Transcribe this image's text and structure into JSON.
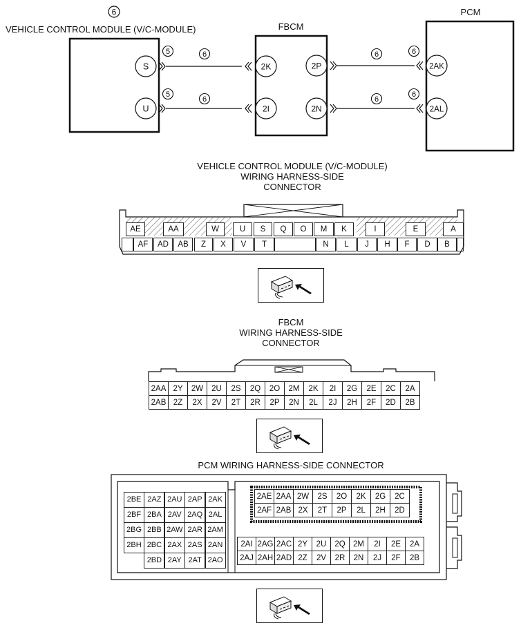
{
  "circuit": {
    "title_marker": "6",
    "vcm_label": "VEHICLE CONTROL MODULE (V/C-MODULE)",
    "fbcm_label": "FBCM",
    "pcm_label": "PCM",
    "vcm_pins": [
      "S",
      "U"
    ],
    "fbcm_left_pins": [
      "2K",
      "2I"
    ],
    "fbcm_right_pins": [
      "2P",
      "2N"
    ],
    "pcm_pins": [
      "2AK",
      "2AL"
    ],
    "marker_5": "5",
    "marker_6": "6"
  },
  "vcm_connector": {
    "title": "VEHICLE CONTROL MODULE (V/C-MODULE)\nWIRING HARNESS-SIDE\nCONNECTOR",
    "row1": [
      "AE",
      "AA",
      "W",
      "U",
      "S",
      "Q",
      "O",
      "M",
      "K",
      "I",
      "E",
      "A"
    ],
    "row2": [
      "AF",
      "AD",
      "AB",
      "Z",
      "X",
      "V",
      "T",
      "N",
      "L",
      "J",
      "H",
      "F",
      "D",
      "B"
    ]
  },
  "fbcm_connector": {
    "title": "FBCM\nWIRING HARNESS-SIDE\nCONNECTOR",
    "row1": [
      "2AA",
      "2Y",
      "2W",
      "2U",
      "2S",
      "2Q",
      "2O",
      "2M",
      "2K",
      "2I",
      "2G",
      "2E",
      "2C",
      "2A"
    ],
    "row2": [
      "2AB",
      "2Z",
      "2X",
      "2V",
      "2T",
      "2R",
      "2P",
      "2N",
      "2L",
      "2J",
      "2H",
      "2F",
      "2D",
      "2B"
    ]
  },
  "pcm_connector": {
    "title": "PCM WIRING HARNESS-SIDE CONNECTOR",
    "left_rows": [
      [
        "2BE",
        "2AZ",
        "2AU",
        "2AP",
        "2AK"
      ],
      [
        "2BF",
        "2BA",
        "2AV",
        "2AQ",
        "2AL"
      ],
      [
        "2BG",
        "2BB",
        "2AW",
        "2AR",
        "2AM"
      ],
      [
        "2BH",
        "2BC",
        "2AX",
        "2AS",
        "2AN"
      ],
      [
        "",
        "2BD",
        "2AY",
        "2AT",
        "2AO"
      ]
    ],
    "upper_block": [
      [
        "2AE",
        "2AA",
        "2W",
        "2S",
        "2O",
        "2K",
        "2G",
        "2C"
      ],
      [
        "2AF",
        "2AB",
        "2X",
        "2T",
        "2P",
        "2L",
        "2H",
        "2D"
      ]
    ],
    "lower_block": [
      [
        "2AI",
        "2AG",
        "2AC",
        "2Y",
        "2U",
        "2Q",
        "2M",
        "2I",
        "2E",
        "2A"
      ],
      [
        "2AJ",
        "2AH",
        "2AD",
        "2Z",
        "2V",
        "2R",
        "2N",
        "2J",
        "2F",
        "2B"
      ]
    ]
  }
}
